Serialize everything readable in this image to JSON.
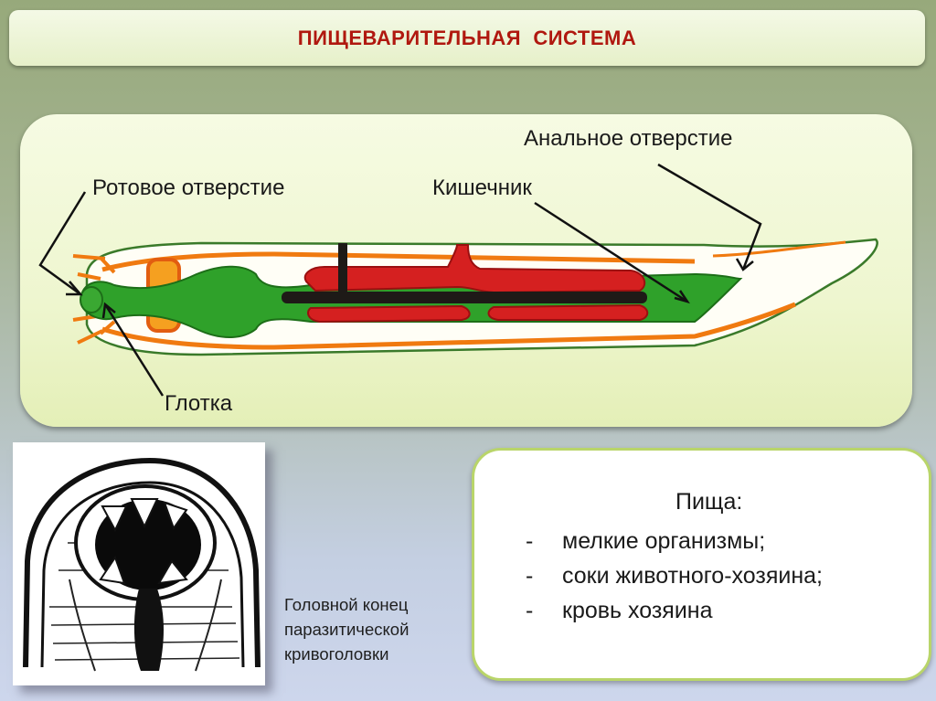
{
  "title": "ПИЩЕВАРИТЕЛЬНАЯ  СИСТЕМА",
  "diagram": {
    "labels": {
      "mouth": "Ротовое отверстие",
      "anus": "Анальное отверстие",
      "intestine": "Кишечник",
      "pharynx": "Глотка"
    }
  },
  "image_caption": [
    "Головной конец",
    "паразитической",
    "кривоголовки"
  ],
  "food": {
    "title": "Пища:",
    "items": [
      {
        "dash": "-",
        "text": "мелкие организмы;"
      },
      {
        "dash": "-",
        "text": "соки животного-хозяина;"
      },
      {
        "dash": "-",
        "text": "кровь хозяина"
      }
    ]
  },
  "colors": {
    "title": "#b0180f",
    "gut": "#2fa12a",
    "red_organ": "#d52020",
    "orange": "#f07a10",
    "black_cord": "#1e1a17",
    "panel_border": "#b9d56a"
  },
  "icons": [
    "worm-diagram",
    "hookworm-head-drawing"
  ]
}
